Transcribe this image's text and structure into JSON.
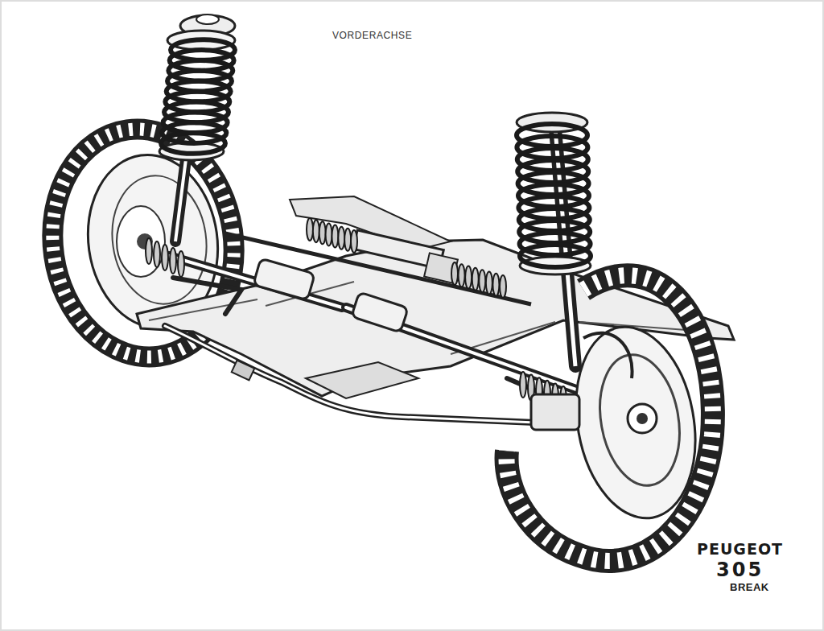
{
  "diagram": {
    "title": "VORDERACHSE",
    "labels": [
      "PEUGEOT",
      "305",
      "BREAK"
    ]
  }
}
